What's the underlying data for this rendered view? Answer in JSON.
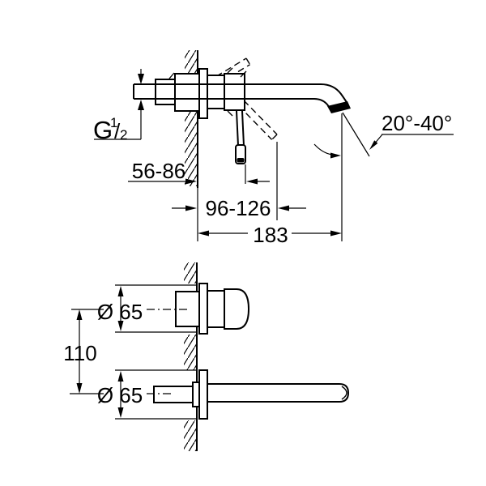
{
  "labels": {
    "thread_g": "G",
    "thread_numerator": "1",
    "thread_slash": "/",
    "thread_denominator": "2",
    "depth_range": "56-86",
    "handle_reach_range": "96-126",
    "spout_projection": "183",
    "spout_angle_range": "20°-40°",
    "handle_escutcheon_diameter": "Ø 65",
    "spout_escutcheon_diameter": "Ø 65",
    "center_distance": "110"
  },
  "colors": {
    "line": "#000000",
    "background": "#ffffff"
  }
}
